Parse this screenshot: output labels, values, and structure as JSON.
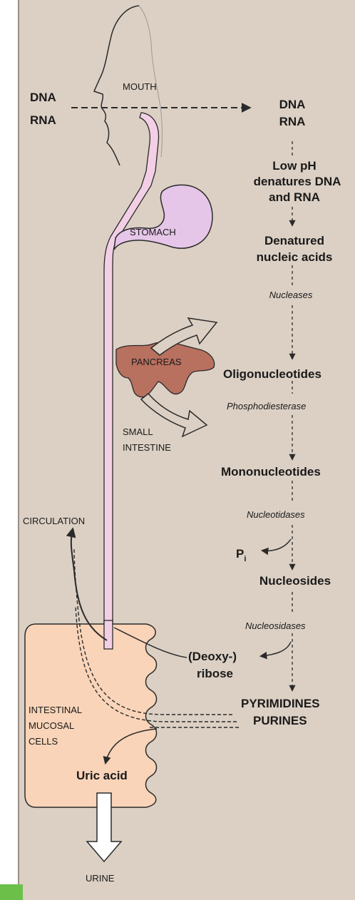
{
  "labels": {
    "dna_left": "DNA",
    "rna_left": "RNA",
    "mouth": "MOUTH",
    "dna_right": "DNA",
    "rna_right": "RNA",
    "lowph_1": "Low pH",
    "lowph_2": "denatures DNA",
    "lowph_3": "and RNA",
    "stomach": "STOMACH",
    "denat_1": "Denatured",
    "denat_2": "nucleic acids",
    "nucleases": "Nucleases",
    "pancreas": "PANCREAS",
    "oligonucleotides": "Oligonucleotides",
    "phosphodiesterase": "Phosphodiesterase",
    "small": "SMALL",
    "intestine": "INTESTINE",
    "mononucleotides": "Mononucleotides",
    "circulation": "CIRCULATION",
    "nucleotidases": "Nucleotidases",
    "pi": "P",
    "pi_sub": "i",
    "nucleosides": "Nucleosides",
    "nucleosidases": "Nucleosidases",
    "deoxy": "(Deoxy-)",
    "ribose": "ribose",
    "intestinal": "INTESTINAL",
    "mucosal": "MUCOSAL",
    "cells": "CELLS",
    "pyrimidines": "PYRIMIDINES",
    "purines": "PURINES",
    "uric_acid": "Uric acid",
    "urine": "URINE"
  },
  "colors": {
    "panel": "#dcd0c4",
    "tube": "#f3cfe6",
    "stomach": "#e6c6e8",
    "pancreas": "#b8705f",
    "mucosa": "#f9d4b8",
    "accent_green": "#6cc04a"
  }
}
